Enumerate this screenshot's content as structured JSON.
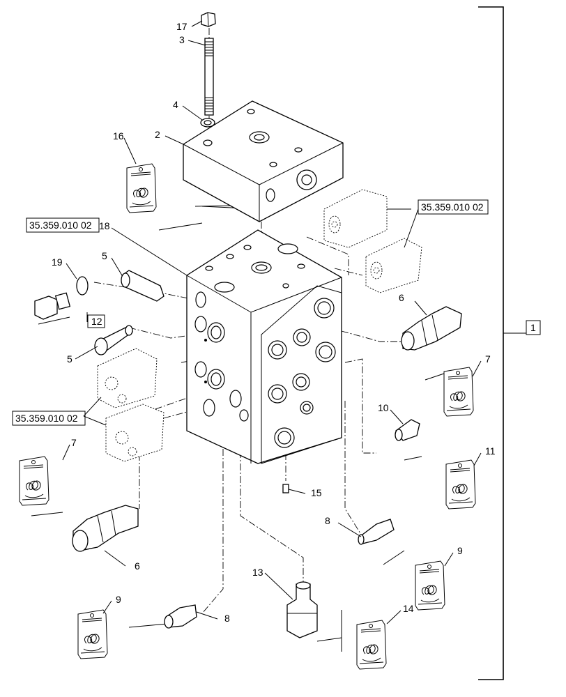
{
  "callouts": {
    "c1": "1",
    "c2": "2",
    "c3": "3",
    "c4": "4",
    "c5a": "5",
    "c5b": "5",
    "c6a": "6",
    "c6b": "6",
    "c7a": "7",
    "c7b": "7",
    "c8a": "8",
    "c8b": "8",
    "c9a": "9",
    "c9b": "9",
    "c10": "10",
    "c11": "11",
    "c12": "12",
    "c13": "13",
    "c14": "14",
    "c15": "15",
    "c16": "16",
    "c17": "17",
    "c18": "18",
    "c19": "19"
  },
  "references": {
    "top_right": "35.359.010 02",
    "left_upper": "35.359.010 02",
    "left_lower": "35.359.010 02"
  },
  "icons": {
    "seal_kit": "seal-kit-bag-icon"
  }
}
